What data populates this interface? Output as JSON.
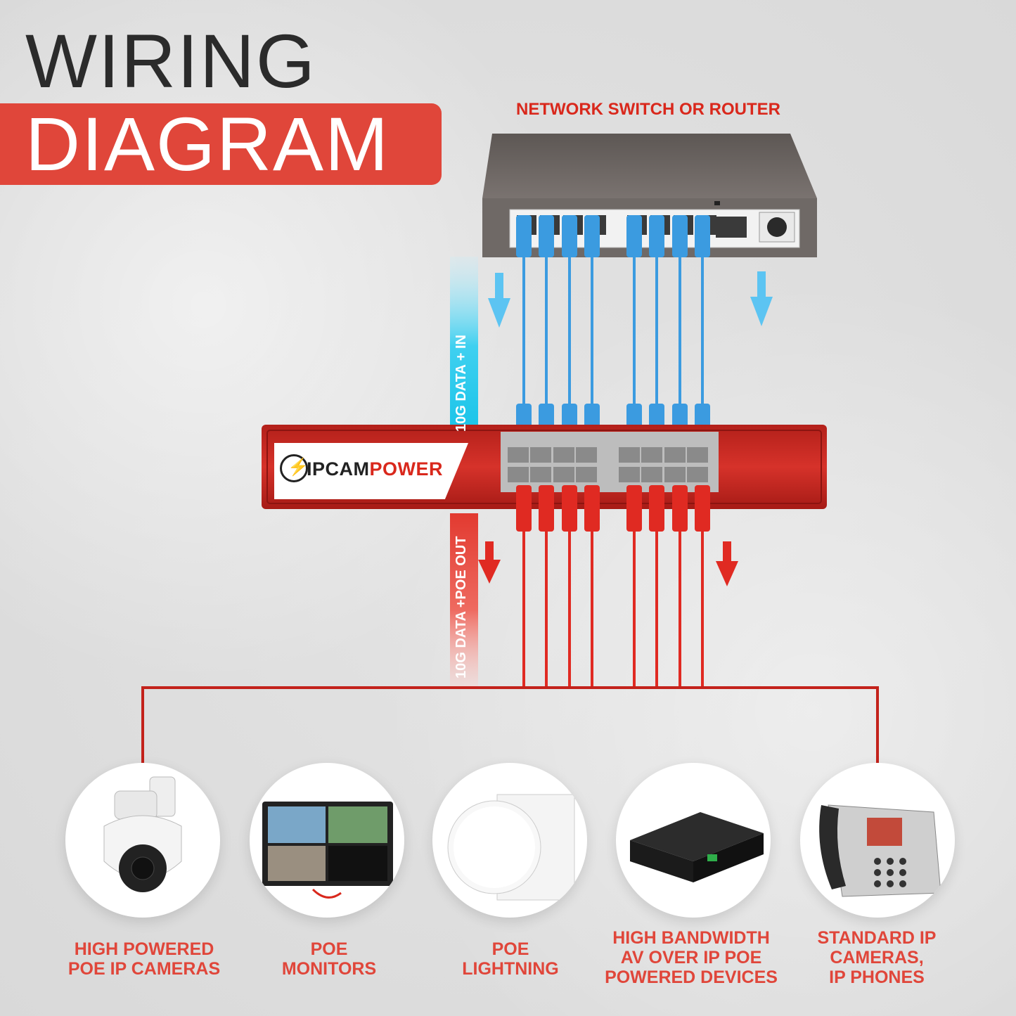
{
  "title": {
    "line1": "WIRING",
    "line2": "DIAGRAM"
  },
  "switch_label": "NETWORK SWITCH OR ROUTER",
  "injector": {
    "brand_prefix": "IPCAM",
    "brand_suffix": "POWER"
  },
  "flow_labels": {
    "in": "10G DATA + IN",
    "out": "10G DATA +POE OUT"
  },
  "colors": {
    "accent": "#e0463a",
    "cable_blue": "#3b9be0",
    "cable_red": "#e02a22",
    "switch_gray": "#6f6966"
  },
  "devices": [
    {
      "icon": "ptz-camera-icon",
      "label1": "HIGH POWERED",
      "label2": "POE IP CAMERAS",
      "label3": ""
    },
    {
      "icon": "monitor-icon",
      "label1": "POE",
      "label2": "MONITORS",
      "label3": ""
    },
    {
      "icon": "light-panel-icon",
      "label1": "POE",
      "label2": "LIGHTNING",
      "label3": ""
    },
    {
      "icon": "av-encoder-icon",
      "label1": "HIGH BANDWIDTH",
      "label2": "AV OVER IP POE",
      "label3": "POWERED DEVICES"
    },
    {
      "icon": "ip-phone-icon",
      "label1": "STANDARD IP",
      "label2": "CAMERAS,",
      "label3": "IP PHONES"
    }
  ]
}
